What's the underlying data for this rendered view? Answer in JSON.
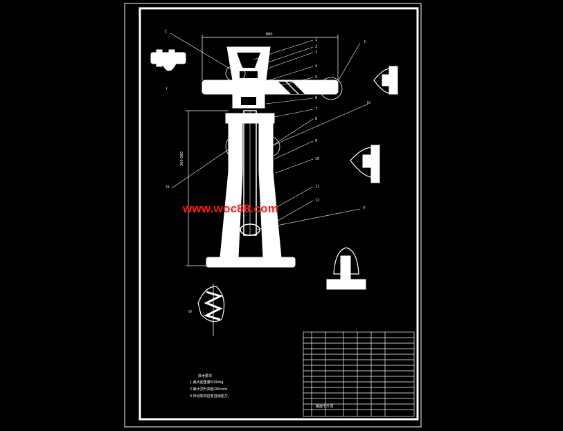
{
  "watermark": "www.woc88.com",
  "dimensions": {
    "width_label": "880",
    "height_label": "300-580"
  },
  "part_numbers": [
    "1",
    "2",
    "3",
    "4",
    "5",
    "6",
    "7",
    "8",
    "9",
    "10",
    "11",
    "12"
  ],
  "section_labels": [
    "C",
    "I",
    "II",
    "III",
    "IV",
    "V",
    "VI"
  ],
  "notes": {
    "title": "技术要求",
    "lines": [
      "1.最大起重量5000kg.",
      "2.最大顶升高度200mm.",
      "3.传动机构应有自锁能力。"
    ]
  },
  "title_block": {
    "drawing_name": "螺旋千斤顶"
  },
  "colors": {
    "background": "#000000",
    "frame": "#ffffff",
    "watermark": "#ff1a1a"
  }
}
